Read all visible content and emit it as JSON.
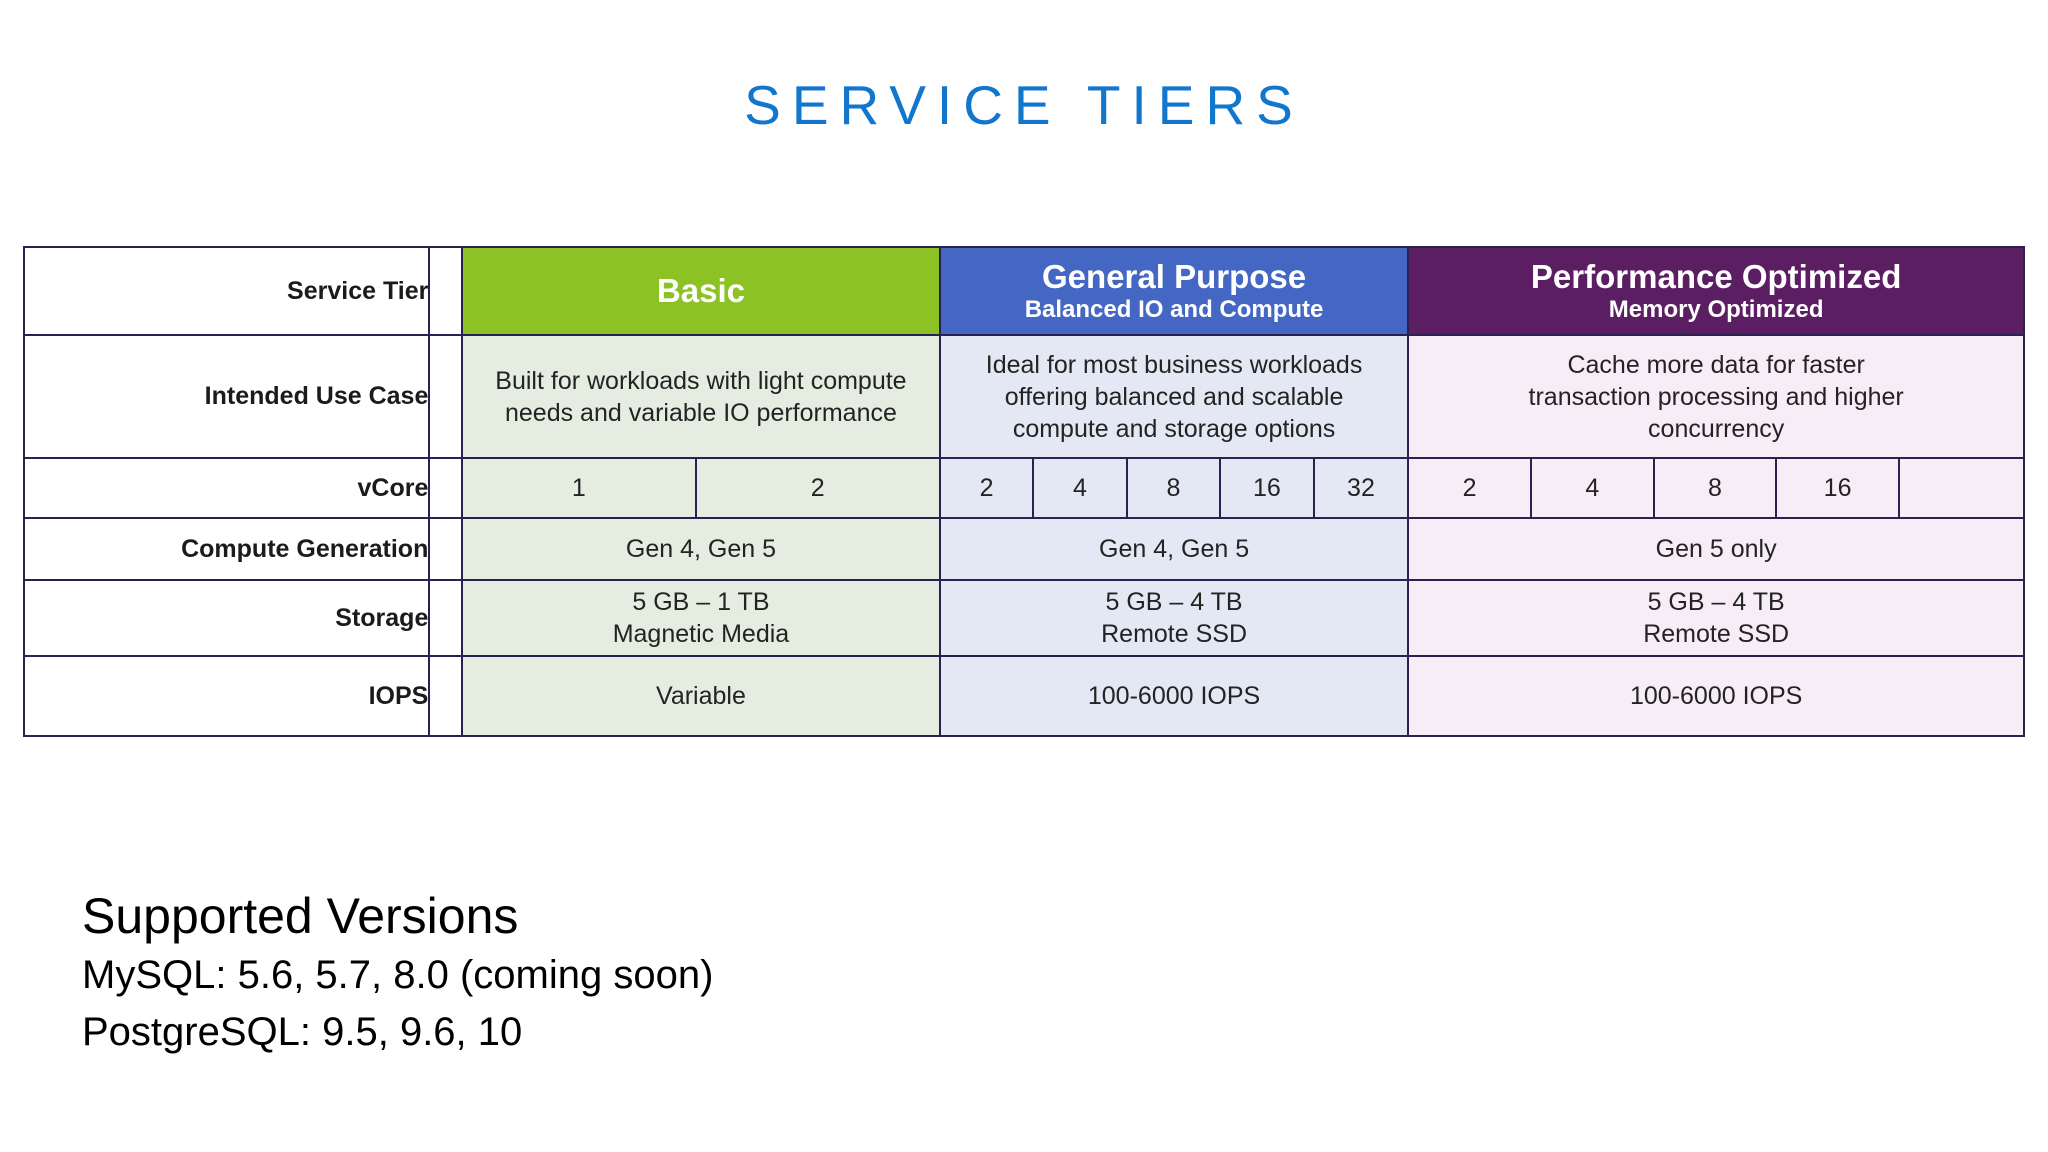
{
  "slide": {
    "title": "SERVICE TIERS",
    "title_color": "#1277CC",
    "background": "#ffffff"
  },
  "table": {
    "border_color": "#2A2150",
    "row_labels": {
      "service_tier": "Service Tier",
      "intended_use_case": "Intended Use Case",
      "vcore": "vCore",
      "compute_generation": "Compute Generation",
      "storage": "Storage",
      "iops": "IOPS"
    },
    "tiers": [
      {
        "id": "basic",
        "name": "Basic",
        "subtitle": "",
        "header_color": "#8CC224",
        "body_color": "#E4EDE0",
        "use_case_line1": "Built for workloads with light compute",
        "use_case_line2": "needs and variable IO performance",
        "vcores": [
          "1",
          "2"
        ],
        "compute_generation": "Gen 4, Gen 5",
        "storage_line1": "5 GB – 1 TB",
        "storage_line2": "Magnetic Media",
        "iops": "Variable"
      },
      {
        "id": "general-purpose",
        "name": "General Purpose",
        "subtitle": "Balanced IO and Compute",
        "header_color": "#4567C4",
        "body_color": "#E3E8F4",
        "use_case_line1": "Ideal for most business workloads",
        "use_case_line2": "offering balanced and scalable",
        "use_case_line3": "compute and storage options",
        "vcores": [
          "2",
          "4",
          "8",
          "16",
          "32"
        ],
        "compute_generation": "Gen 4, Gen 5",
        "storage_line1": "5 GB – 4 TB",
        "storage_line2": "Remote SSD",
        "iops": "100-6000 IOPS"
      },
      {
        "id": "performance-optimized",
        "name": "Performance Optimized",
        "subtitle": "Memory Optimized",
        "header_color": "#5B1E63",
        "body_color": "#F6EDF6",
        "use_case_line1": "Cache more data for faster",
        "use_case_line2": "transaction processing and higher",
        "use_case_line3": "concurrency",
        "vcores": [
          "2",
          "4",
          "8",
          "16",
          ""
        ],
        "compute_generation": "Gen 5 only",
        "storage_line1": "5 GB – 4 TB",
        "storage_line2": "Remote SSD",
        "iops": "100-6000 IOPS"
      }
    ]
  },
  "supported_versions": {
    "heading": "Supported Versions",
    "mysql": "MySQL: 5.6, 5.7, 8.0 (coming soon)",
    "postgresql": "PostgreSQL: 9.5, 9.6, 10"
  }
}
